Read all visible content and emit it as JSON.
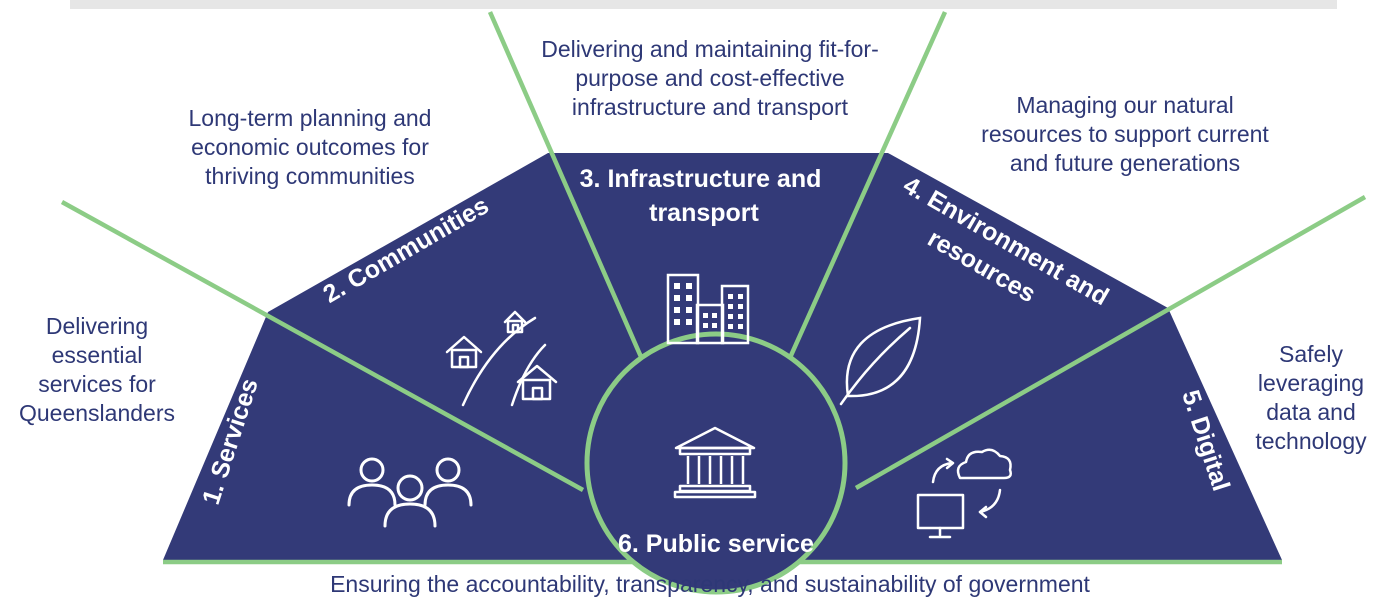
{
  "segments": [
    {
      "title": "1. Services",
      "description": "Delivering essential services for Queenslanders",
      "desc_lines": [
        "Delivering",
        "essential",
        "services for",
        "Queenslanders"
      ],
      "icon": "people-icon"
    },
    {
      "title": "2. Communities",
      "description": "Long-term planning and economic outcomes for thriving communities",
      "desc_lines": [
        "Long-term planning and",
        "economic outcomes for",
        "thriving communities"
      ],
      "icon": "houses-road-icon"
    },
    {
      "title": "3. Infrastructure and transport",
      "title_lines": [
        "3. Infrastructure and",
        "transport"
      ],
      "description": "Delivering and maintaining fit-for-purpose and cost-effective infrastructure and transport",
      "desc_lines": [
        "Delivering and maintaining fit-for-",
        "purpose and cost-effective",
        "infrastructure and transport"
      ],
      "icon": "buildings-icon"
    },
    {
      "title": "4. Environment and resources",
      "title_lines": [
        "4. Environment and",
        "resources"
      ],
      "description": "Managing our natural resources to support current and future generations",
      "desc_lines": [
        "Managing our natural",
        "resources to support current",
        "and future generations"
      ],
      "icon": "leaf-icon"
    },
    {
      "title": "5. Digital",
      "description": "Safely leveraging data and technology",
      "desc_lines": [
        "Safely",
        "leveraging",
        "data and",
        "technology"
      ],
      "icon": "computer-cloud-icon"
    },
    {
      "title": "6. Public service",
      "description": "Ensuring the accountability, transparency, and sustainability of government",
      "desc_lines": [
        "Ensuring the accountability, transparency, and sustainability of government"
      ],
      "icon": "government-building-icon"
    }
  ],
  "colors": {
    "fill": "#333a78",
    "divider": "#8ccc86",
    "text": "#2e3876",
    "top_bar": "#e6e6e6"
  }
}
